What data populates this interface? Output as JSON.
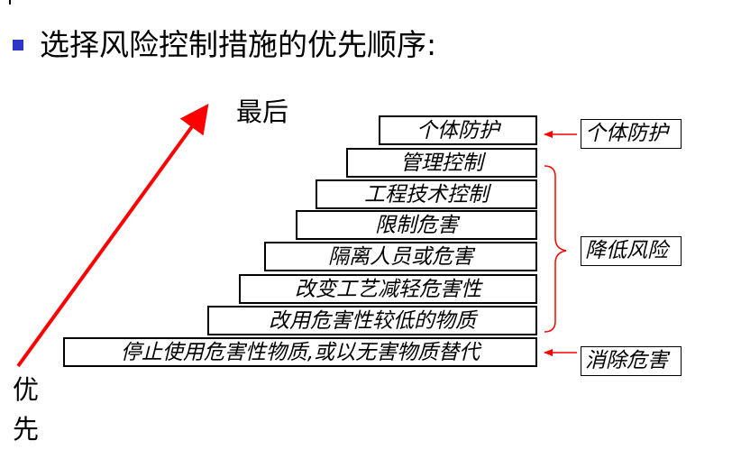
{
  "title": "选择风险控制措施的优先顺序:",
  "label_last": "最后",
  "label_first": "优先",
  "steps": [
    "个体防护",
    "管理控制",
    "工程技术控制",
    "限制危害",
    "隔离人员或危害",
    "改变工艺减轻危害性",
    "改用危害性较低的物质",
    "停止使用危害性物质,或以无害物质替代"
  ],
  "categories": {
    "ppe": "个体防护",
    "reduce": "降低风险",
    "eliminate": "消除危害"
  },
  "colors": {
    "arrow": "#ff0000",
    "bullet": "#2f35c8",
    "brace": "#ff0000"
  }
}
